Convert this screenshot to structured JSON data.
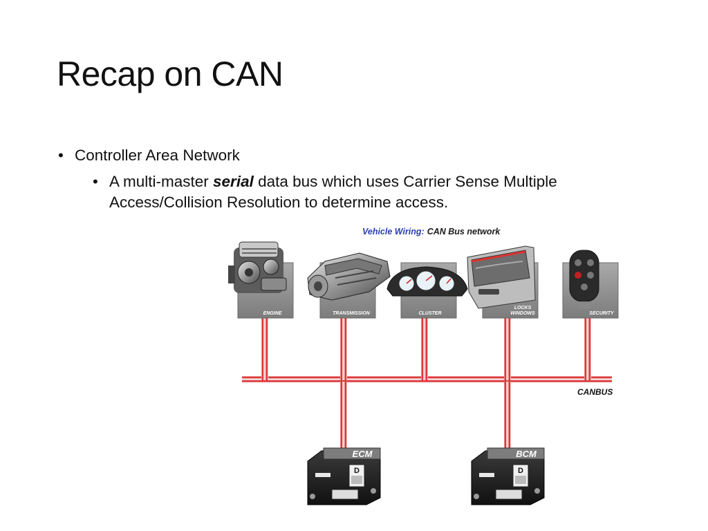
{
  "slide": {
    "title": "Recap on CAN",
    "bullet_1": "Controller Area Network",
    "bullet_2": {
      "prefix": "A multi-master ",
      "emphasis": "serial",
      "suffix": " data bus which uses Carrier Sense Multiple Access/Collision Resolution to determine access."
    }
  },
  "diagram": {
    "heading_part1": "Vehicle Wiring:",
    "heading_part2": "CAN Bus network",
    "bus_label": "CANBUS",
    "nodes": [
      {
        "label": "ENGINE",
        "icon": "engine-icon"
      },
      {
        "label": "TRANSMISSION",
        "icon": "transmission-icon"
      },
      {
        "label": "CLUSTER",
        "icon": "gauge-cluster-icon"
      },
      {
        "label_line1": "LOCKS",
        "label_line2": "WINDOWS",
        "icon": "car-door-icon"
      },
      {
        "label": "SECURITY",
        "icon": "key-fob-icon"
      }
    ],
    "controllers": [
      {
        "label": "ECM",
        "badge": "D",
        "icon": "control-module-icon"
      },
      {
        "label": "BCM",
        "badge": "D",
        "icon": "control-module-icon"
      }
    ],
    "colors": {
      "heading_blue": "#2a3fb0",
      "heading_dark": "#1a1a1a",
      "wire_red": "#e0383a",
      "node_box": "#8f8f8f"
    }
  }
}
